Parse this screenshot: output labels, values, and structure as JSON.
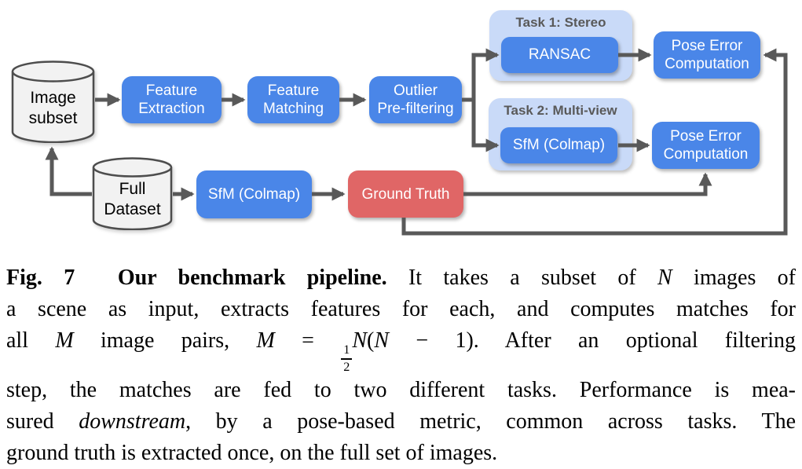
{
  "diagram": {
    "nodes": {
      "image_subset": "Image\nsubset",
      "full_dataset": "Full\nDataset",
      "feature_extraction": "Feature\nExtraction",
      "feature_matching": "Feature\nMatching",
      "outlier_prefiltering": "Outlier\nPre-filtering",
      "sfm_colmap": "SfM (Colmap)",
      "ground_truth": "Ground Truth",
      "pose_error_1": "Pose Error\nComputation",
      "pose_error_2": "Pose Error\nComputation"
    },
    "groups": {
      "task1": {
        "title": "Task 1: Stereo",
        "node": "RANSAC"
      },
      "task2": {
        "title": "Task 2: Multi-view",
        "node": "SfM (Colmap)"
      }
    },
    "colors": {
      "process_box": "#4a86e8",
      "ground_truth_box": "#e06666",
      "task_group_bg": "#c9daf8",
      "cylinder_fill": "#f2f2f2",
      "cylinder_stroke": "#4d4d4d",
      "connector": "#595959",
      "group_title_text": "#595959",
      "node_text": "#ffffff",
      "cylinder_text": "#000000",
      "caption_text": "#000000"
    }
  },
  "caption": {
    "lines": [
      {
        "justify": true,
        "segments": [
          {
            "t": "Fig. 7",
            "s": "bold"
          },
          {
            "t": "  ",
            "s": "bold"
          },
          {
            "t": "Our benchmark pipeline.",
            "s": "bold"
          },
          {
            "t": " It takes a subset of ",
            "s": "plain"
          },
          {
            "t": "N",
            "s": "math"
          },
          {
            "t": " images of",
            "s": "plain"
          }
        ]
      },
      {
        "justify": true,
        "segments": [
          {
            "t": "a scene as input, extracts features for each, and computes matches for",
            "s": "plain"
          }
        ]
      },
      {
        "justify": true,
        "segments": [
          {
            "t": "all ",
            "s": "plain"
          },
          {
            "t": "M",
            "s": "math"
          },
          {
            "t": " image pairs, ",
            "s": "plain"
          },
          {
            "t": "M",
            "s": "math"
          },
          {
            "t": " = ",
            "s": "plain"
          },
          {
            "type": "frac",
            "num": "1",
            "den": "2"
          },
          {
            "t": "N",
            "s": "math"
          },
          {
            "t": "(",
            "s": "plain"
          },
          {
            "t": "N",
            "s": "math"
          },
          {
            "t": " − 1). After an optional filtering",
            "s": "plain"
          }
        ]
      },
      {
        "justify": true,
        "segments": [
          {
            "t": "step, the matches are fed to two different tasks. Performance is mea-",
            "s": "plain"
          }
        ]
      },
      {
        "justify": true,
        "segments": [
          {
            "t": "sured ",
            "s": "plain"
          },
          {
            "t": "downstream",
            "s": "italic"
          },
          {
            "t": ", by a pose-based metric, common across tasks. The",
            "s": "plain"
          }
        ]
      },
      {
        "justify": false,
        "segments": [
          {
            "t": "ground truth is extracted once, on the full set of images.",
            "s": "plain"
          }
        ]
      }
    ]
  }
}
